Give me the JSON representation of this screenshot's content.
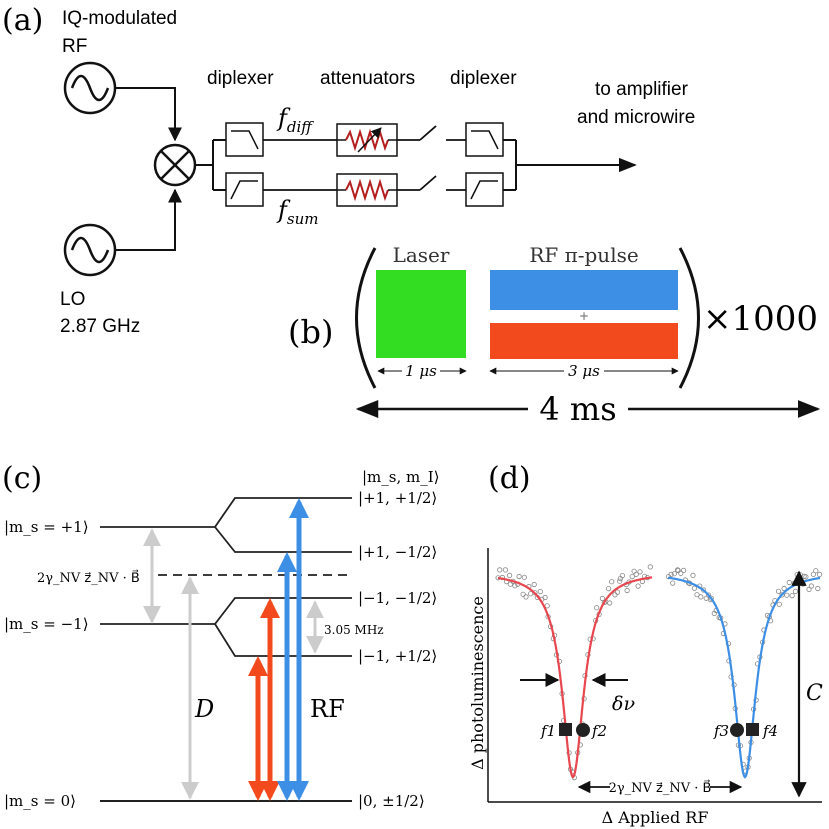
{
  "panel_a": {
    "label": "(a)",
    "rf_source_label_1": "IQ-modulated",
    "rf_source_label_2": "RF",
    "lo_label": "LO",
    "lo_freq": "2.87 GHz",
    "diplexer_left": "diplexer",
    "attenuators": "attenuators",
    "diplexer_right": "diplexer",
    "output_1": "to amplifier",
    "output_2": "and microwire",
    "f_diff_main": "f",
    "f_diff_sub": "diff",
    "f_sum_main": "f",
    "f_sum_sub": "sum"
  },
  "panel_b": {
    "label": "(b)",
    "laser_label": "Laser",
    "rf_label": "RF π-pulse",
    "plus": "+",
    "laser_duration": "1 μs",
    "rf_duration": "3 μs",
    "repeat": "×1000",
    "total": "4 ms",
    "colors": {
      "laser": "#33dd22",
      "rf_blue": "#3d8fe6",
      "rf_red": "#f24a1c"
    }
  },
  "panel_c": {
    "label": "(c)",
    "basis_header": "|m_s, m_I⟩",
    "ms_plus1": "|m_s = +1⟩",
    "ms_minus1": "|m_s = −1⟩",
    "ms_zero": "|m_s = 0⟩",
    "zeeman": "2γ_NV z⃗_NV · B⃗",
    "hyperfine": "3.05 MHz",
    "D": "D",
    "RF": "RF",
    "levels": [
      "|+1, +1/2⟩",
      "|+1, −1/2⟩",
      "|−1, −1/2⟩",
      "|−1, +1/2⟩",
      "|0, ±1/2⟩"
    ],
    "colors": {
      "red": "#f24a1c",
      "blue": "#3d8fe6",
      "grey": "#cccccc"
    }
  },
  "panel_d": {
    "label": "(d)",
    "ylabel": "Δ photoluminescence",
    "xlabel": "Δ Applied RF",
    "linewidth": "δν",
    "contrast": "C",
    "splitting": "2γ_NV z⃗_NV · B⃗",
    "f1": "f1",
    "f2": "f2",
    "f3": "f3",
    "f4": "f4",
    "colors": {
      "red_fit": "#e8474f",
      "blue_fit": "#3d8fe6"
    }
  }
}
